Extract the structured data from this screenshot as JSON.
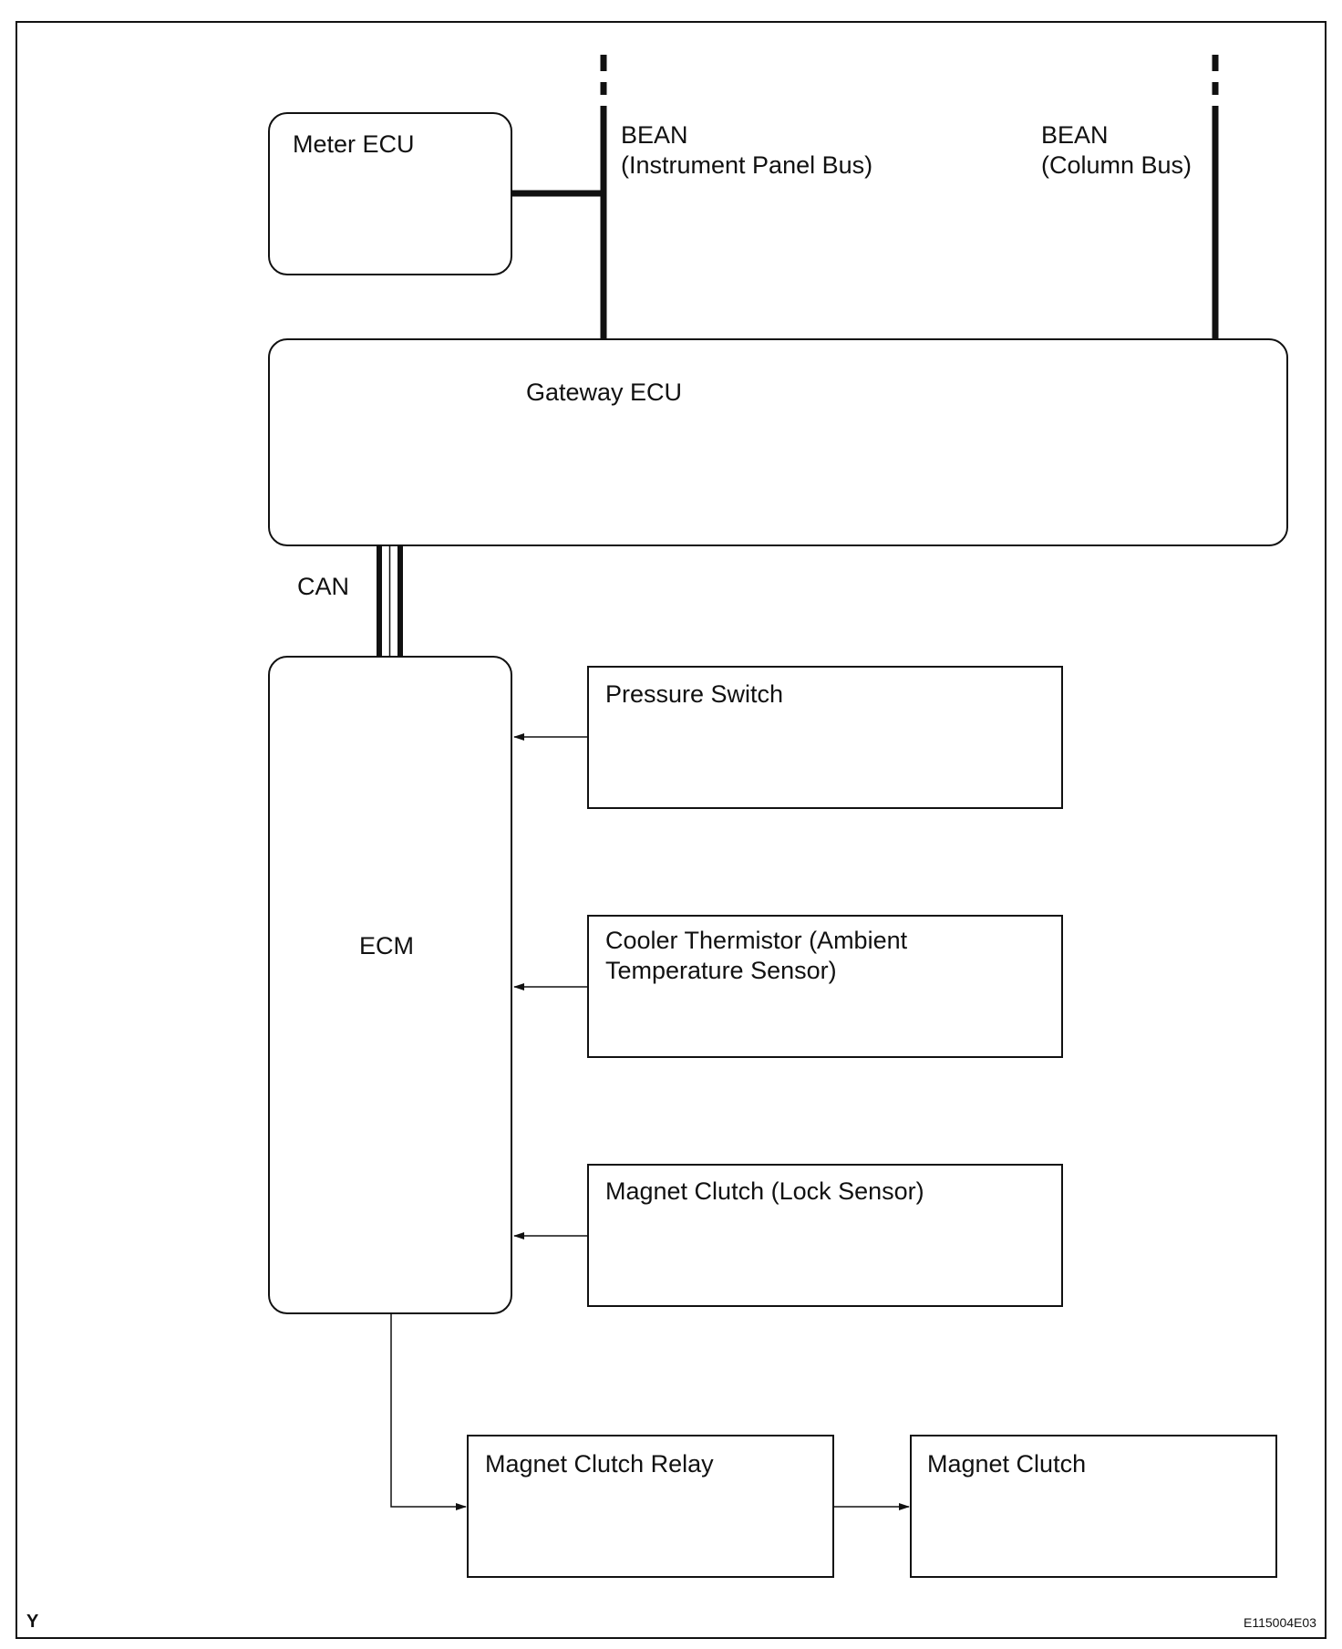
{
  "meter_ecu": {
    "label": "Meter ECU"
  },
  "bean_instrument": {
    "line1": "BEAN",
    "line2": "(Instrument Panel Bus)"
  },
  "bean_column": {
    "line1": "BEAN",
    "line2": "(Column Bus)"
  },
  "gateway_ecu": {
    "label": "Gateway ECU"
  },
  "can": {
    "label": "CAN"
  },
  "ecm": {
    "label": "ECM"
  },
  "pressure_switch": {
    "label": "Pressure Switch"
  },
  "cooler_thermistor": {
    "line1": "Cooler Thermistor (Ambient",
    "line2": "Temperature Sensor)"
  },
  "magnet_clutch_lock_sensor": {
    "label": "Magnet Clutch (Lock Sensor)"
  },
  "magnet_clutch_relay": {
    "label": "Magnet Clutch Relay"
  },
  "magnet_clutch": {
    "label": "Magnet Clutch"
  },
  "corner_mark": "Y",
  "figure_code": "E115004E03"
}
